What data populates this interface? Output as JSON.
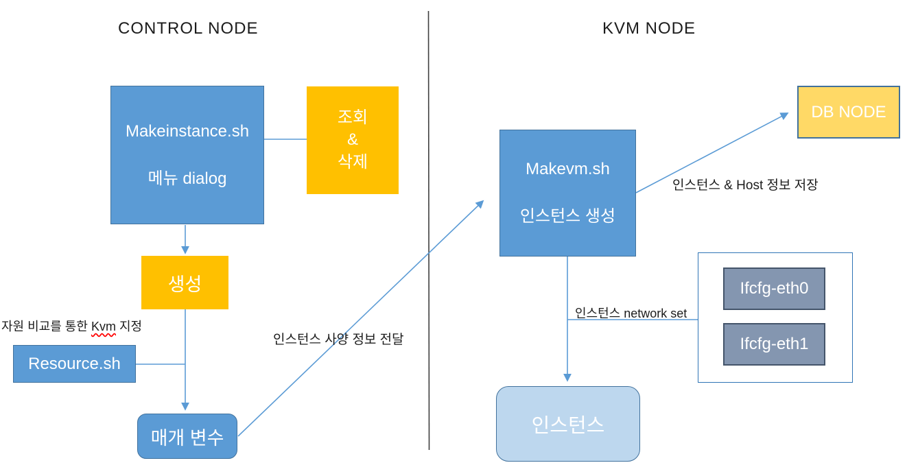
{
  "titles": {
    "control": "CONTROL NODE",
    "kvm": "KVM NODE"
  },
  "control_node": {
    "makeinstance": {
      "line1": "Makeinstance.sh",
      "line2": "메뉴 dialog"
    },
    "lookup_delete": {
      "line1": "조회",
      "line2": "&",
      "line3": "삭제"
    },
    "create": "생성",
    "resource": "Resource.sh",
    "param": "매개 변수",
    "kvm_assign_label": {
      "prefix": "자원 비교를 통한 ",
      "highlight": "Kvm",
      "suffix": " 지정"
    },
    "spec_transfer_label": "인스턴스 사양 정보 전달"
  },
  "kvm_node": {
    "makevm": {
      "line1": "Makevm.sh",
      "line2": "인스턴스 생성"
    },
    "db_node": "DB NODE",
    "save_label": "인스턴스 & Host 정보 저장",
    "network_label": "인스턴스 network set",
    "network_group": {
      "eth0": "Ifcfg-eth0",
      "eth1": "Ifcfg-eth1"
    },
    "instance": "인스턴스"
  },
  "colors": {
    "box_blue": "#5B9BD5",
    "box_blue_border": "#41719C",
    "box_orange": "#FFC000",
    "box_yellow": "#FFD966",
    "box_slate": "#8496B0",
    "box_slate_border": "#44546A",
    "box_light_blue": "#BDD7EE",
    "frame_border": "#2E74B5",
    "connector": "#5B9BD5",
    "divider": "#3F3F3F",
    "spellcheck_underline": "#FF0000",
    "box_text": "#FFFFFF",
    "label_text": "#1C1C1C"
  }
}
